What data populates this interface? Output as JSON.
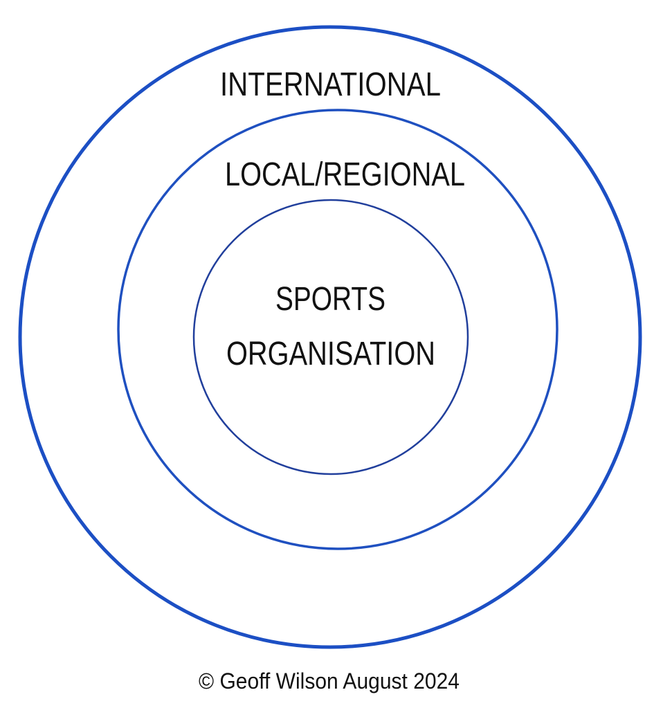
{
  "diagram": {
    "rings": [
      {
        "label": "INTERNATIONAL",
        "level": "outer"
      },
      {
        "label": "LOCAL/REGIONAL",
        "level": "middle"
      },
      {
        "label_lines": [
          "SPORTS",
          "ORGANISATION"
        ],
        "level": "inner"
      }
    ],
    "colors": {
      "outer_ring": "#1c4fc4",
      "middle_ring": "#1f50c0",
      "inner_ring": "#213f9c",
      "text": "#111111"
    }
  },
  "footer": {
    "copyright": "© Geoff Wilson August 2024"
  }
}
